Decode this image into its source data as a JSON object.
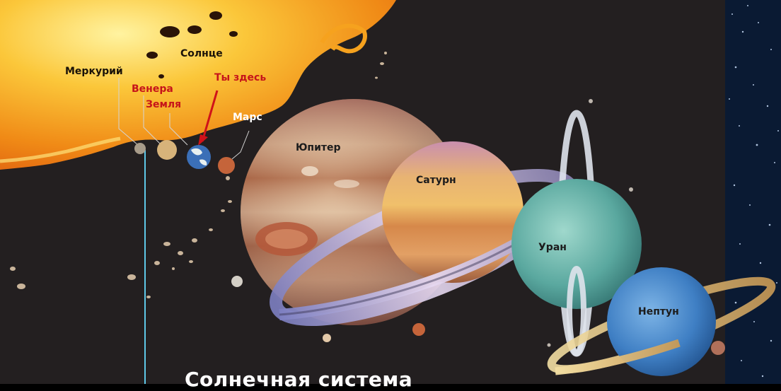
{
  "labels": {
    "sun": "Солнце",
    "mercury": "Меркурий",
    "venus": "Венера",
    "earth": "Земля",
    "you_are_here": "Ты здесь",
    "mars": "Марс",
    "jupiter": "Юпитер",
    "saturn": "Сатурн",
    "uranus": "Уран",
    "neptune": "Нептун"
  },
  "title": "Солнечная система",
  "colors": {
    "background": "#231f20",
    "space": "#0a1a33",
    "sun": "#f39a1c",
    "asteroid_line": "#5ec8e8",
    "arrow": "#d01219"
  }
}
